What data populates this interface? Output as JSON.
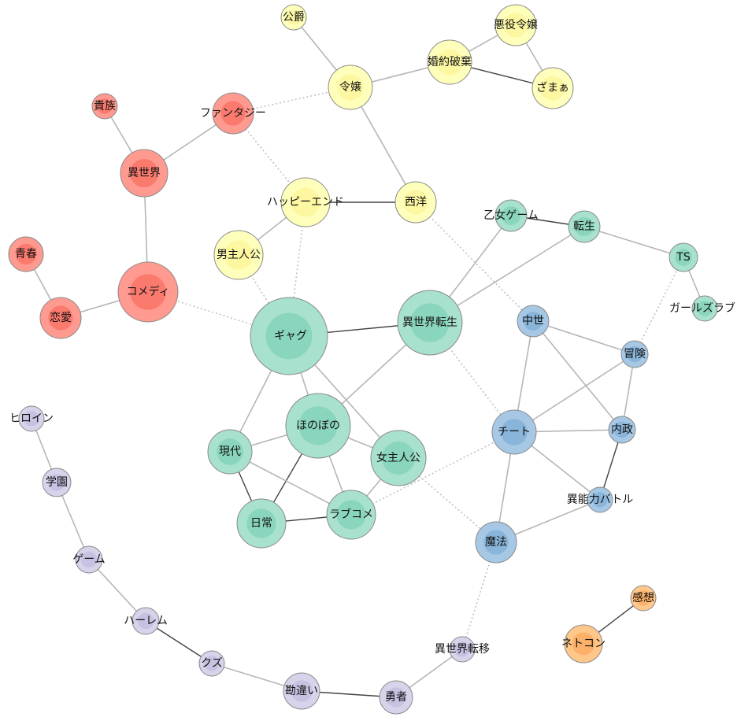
{
  "colors": {
    "red": {
      "outer": "#ff9a91",
      "inner": "#fa7a6e"
    },
    "yellow": {
      "outer": "#ffffbc",
      "inner": "#fdf7a2"
    },
    "teal": {
      "outer": "#a8e1cd",
      "inner": "#8ad5bd"
    },
    "blue": {
      "outer": "#a6c8e4",
      "inner": "#88b5d9"
    },
    "purple": {
      "outer": "#d7d3ea",
      "inner": "#c7c2e1"
    },
    "orange": {
      "outer": "#ffc78a",
      "inner": "#fdb06a"
    },
    "stroke": "#8a8a8a",
    "edge_solid": "#b6b6b6",
    "edge_dark": "#444444",
    "edge_dotted": "#c2c2c2"
  },
  "nodes": [
    {
      "id": "kishaku",
      "label": "公爵",
      "group": "yellow"
    },
    {
      "id": "akuyaku",
      "label": "悪役令嬢",
      "group": "yellow"
    },
    {
      "id": "konyaku",
      "label": "婚約破棄",
      "group": "yellow"
    },
    {
      "id": "zamaa",
      "label": "ざまぁ",
      "group": "yellow"
    },
    {
      "id": "reijo",
      "label": "令嬢",
      "group": "yellow"
    },
    {
      "id": "happy",
      "label": "ハッピーエンド",
      "group": "yellow"
    },
    {
      "id": "seiyo",
      "label": "西洋",
      "group": "yellow"
    },
    {
      "id": "danshu",
      "label": "男主人公",
      "group": "yellow"
    },
    {
      "id": "kizoku",
      "label": "貴族",
      "group": "red"
    },
    {
      "id": "fantasy",
      "label": "ファンタジー",
      "group": "red"
    },
    {
      "id": "isekai",
      "label": "異世界",
      "group": "red"
    },
    {
      "id": "seishun",
      "label": "青春",
      "group": "red"
    },
    {
      "id": "comedy",
      "label": "コメディ",
      "group": "red"
    },
    {
      "id": "renai",
      "label": "恋愛",
      "group": "red"
    },
    {
      "id": "otome",
      "label": "乙女ゲーム",
      "group": "teal"
    },
    {
      "id": "tensei",
      "label": "転生",
      "group": "teal"
    },
    {
      "id": "ts",
      "label": "TS",
      "group": "teal"
    },
    {
      "id": "girlslove",
      "label": "ガールズラブ",
      "group": "teal"
    },
    {
      "id": "gag",
      "label": "ギャグ",
      "group": "teal"
    },
    {
      "id": "isekaitensei",
      "label": "異世界転生",
      "group": "teal"
    },
    {
      "id": "honobono",
      "label": "ほのぼの",
      "group": "teal"
    },
    {
      "id": "gendai",
      "label": "現代",
      "group": "teal"
    },
    {
      "id": "joshu",
      "label": "女主人公",
      "group": "teal"
    },
    {
      "id": "nichijo",
      "label": "日常",
      "group": "teal"
    },
    {
      "id": "lovecome",
      "label": "ラブコメ",
      "group": "teal"
    },
    {
      "id": "chusei",
      "label": "中世",
      "group": "blue"
    },
    {
      "id": "boken",
      "label": "冒険",
      "group": "blue"
    },
    {
      "id": "cheat",
      "label": "チート",
      "group": "blue"
    },
    {
      "id": "naisei",
      "label": "内政",
      "group": "blue"
    },
    {
      "id": "inou",
      "label": "異能力バトル",
      "group": "blue"
    },
    {
      "id": "maho",
      "label": "魔法",
      "group": "blue"
    },
    {
      "id": "heroine",
      "label": "ヒロイン",
      "group": "purple"
    },
    {
      "id": "gakuen",
      "label": "学園",
      "group": "purple"
    },
    {
      "id": "game",
      "label": "ゲーム",
      "group": "purple"
    },
    {
      "id": "harem",
      "label": "ハーレム",
      "group": "purple"
    },
    {
      "id": "kuzu",
      "label": "クズ",
      "group": "purple"
    },
    {
      "id": "kanchigai",
      "label": "勘違い",
      "group": "purple"
    },
    {
      "id": "yusha",
      "label": "勇者",
      "group": "purple"
    },
    {
      "id": "isekaiteni",
      "label": "異世界転移",
      "group": "purple"
    },
    {
      "id": "kanso",
      "label": "感想",
      "group": "orange"
    },
    {
      "id": "netcon",
      "label": "ネトコン",
      "group": "orange"
    }
  ],
  "edges": [
    {
      "source": "kishaku",
      "target": "reijo",
      "style": "solid"
    },
    {
      "source": "reijo",
      "target": "konyaku",
      "style": "solid"
    },
    {
      "source": "konyaku",
      "target": "akuyaku",
      "style": "solid"
    },
    {
      "source": "akuyaku",
      "target": "zamaa",
      "style": "solid"
    },
    {
      "source": "konyaku",
      "target": "zamaa",
      "style": "dark"
    },
    {
      "source": "reijo",
      "target": "seiyo",
      "style": "solid"
    },
    {
      "source": "reijo",
      "target": "fantasy",
      "style": "dotted"
    },
    {
      "source": "fantasy",
      "target": "happy",
      "style": "dotted"
    },
    {
      "source": "happy",
      "target": "seiyo",
      "style": "dark"
    },
    {
      "source": "happy",
      "target": "danshu",
      "style": "solid"
    },
    {
      "source": "happy",
      "target": "gag",
      "style": "dotted"
    },
    {
      "source": "danshu",
      "target": "gag",
      "style": "dotted"
    },
    {
      "source": "seiyo",
      "target": "chusei",
      "style": "dotted"
    },
    {
      "source": "kizoku",
      "target": "isekai",
      "style": "solid"
    },
    {
      "source": "fantasy",
      "target": "isekai",
      "style": "solid"
    },
    {
      "source": "isekai",
      "target": "comedy",
      "style": "solid"
    },
    {
      "source": "seishun",
      "target": "renai",
      "style": "solid"
    },
    {
      "source": "renai",
      "target": "comedy",
      "style": "solid"
    },
    {
      "source": "comedy",
      "target": "gag",
      "style": "dotted"
    },
    {
      "source": "gag",
      "target": "isekaitensei",
      "style": "dark"
    },
    {
      "source": "gag",
      "target": "gendai",
      "style": "solid"
    },
    {
      "source": "gag",
      "target": "honobono",
      "style": "solid"
    },
    {
      "source": "gag",
      "target": "joshu",
      "style": "solid"
    },
    {
      "source": "isekaitensei",
      "target": "otome",
      "style": "solid"
    },
    {
      "source": "isekaitensei",
      "target": "tensei",
      "style": "solid"
    },
    {
      "source": "isekaitensei",
      "target": "honobono",
      "style": "solid"
    },
    {
      "source": "isekaitensei",
      "target": "cheat",
      "style": "dotted"
    },
    {
      "source": "otome",
      "target": "tensei",
      "style": "dark"
    },
    {
      "source": "tensei",
      "target": "ts",
      "style": "solid"
    },
    {
      "source": "ts",
      "target": "girlslove",
      "style": "solid"
    },
    {
      "source": "ts",
      "target": "boken",
      "style": "dotted"
    },
    {
      "source": "honobono",
      "target": "gendai",
      "style": "solid"
    },
    {
      "source": "honobono",
      "target": "joshu",
      "style": "solid"
    },
    {
      "source": "honobono",
      "target": "nichijo",
      "style": "dark"
    },
    {
      "source": "honobono",
      "target": "lovecome",
      "style": "solid"
    },
    {
      "source": "gendai",
      "target": "nichijo",
      "style": "dark"
    },
    {
      "source": "gendai",
      "target": "lovecome",
      "style": "solid"
    },
    {
      "source": "nichijo",
      "target": "lovecome",
      "style": "dark"
    },
    {
      "source": "joshu",
      "target": "lovecome",
      "style": "solid"
    },
    {
      "source": "joshu",
      "target": "maho",
      "style": "dotted"
    },
    {
      "source": "lovecome",
      "target": "cheat",
      "style": "dotted"
    },
    {
      "source": "chusei",
      "target": "boken",
      "style": "solid"
    },
    {
      "source": "chusei",
      "target": "cheat",
      "style": "solid"
    },
    {
      "source": "chusei",
      "target": "naisei",
      "style": "solid"
    },
    {
      "source": "boken",
      "target": "cheat",
      "style": "solid"
    },
    {
      "source": "boken",
      "target": "naisei",
      "style": "solid"
    },
    {
      "source": "cheat",
      "target": "naisei",
      "style": "solid"
    },
    {
      "source": "cheat",
      "target": "inou",
      "style": "solid"
    },
    {
      "source": "cheat",
      "target": "maho",
      "style": "solid"
    },
    {
      "source": "naisei",
      "target": "inou",
      "style": "dark"
    },
    {
      "source": "inou",
      "target": "maho",
      "style": "solid"
    },
    {
      "source": "maho",
      "target": "isekaiteni",
      "style": "dotted"
    },
    {
      "source": "heroine",
      "target": "gakuen",
      "style": "solid"
    },
    {
      "source": "gakuen",
      "target": "game",
      "style": "solid"
    },
    {
      "source": "game",
      "target": "harem",
      "style": "solid"
    },
    {
      "source": "harem",
      "target": "kuzu",
      "style": "dark"
    },
    {
      "source": "kuzu",
      "target": "kanchigai",
      "style": "solid"
    },
    {
      "source": "kanchigai",
      "target": "yusha",
      "style": "dark"
    },
    {
      "source": "yusha",
      "target": "isekaiteni",
      "style": "solid"
    },
    {
      "source": "kanso",
      "target": "netcon",
      "style": "dark"
    }
  ]
}
